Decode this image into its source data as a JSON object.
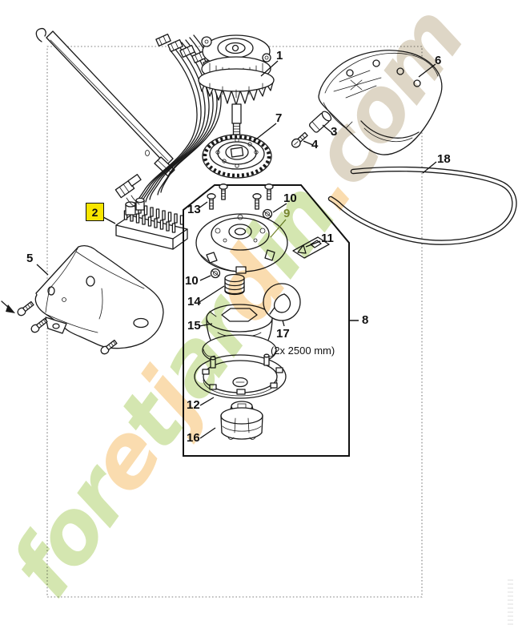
{
  "page": {
    "background": "#ffffff"
  },
  "diagram": {
    "type": "exploded parts diagram",
    "outer_border_style": "dotted",
    "detail_box_note": "(2x 2500 mm)",
    "highlighted_part": {
      "label": "2",
      "highlight_color": "#f8e600"
    },
    "watermark": {
      "text": "foretjardin.com",
      "colors": {
        "green": "#cde2a2",
        "orange": "#f9d6a1",
        "beige": "#d9cfbc"
      }
    },
    "labels": {
      "n1": "1",
      "n2": "2",
      "n3": "3",
      "n4": "4",
      "n5": "5",
      "n6": "6",
      "n7": "7",
      "n8": "8",
      "n9": "9",
      "n10_top": "10",
      "n10_mid": "10",
      "n11": "11",
      "n12": "12",
      "n13": "13",
      "n14": "14",
      "n15": "15",
      "n16": "16",
      "n17": "17",
      "n18": "18"
    },
    "label_colors": {
      "default": "#111111",
      "n9": "#77862f"
    }
  }
}
